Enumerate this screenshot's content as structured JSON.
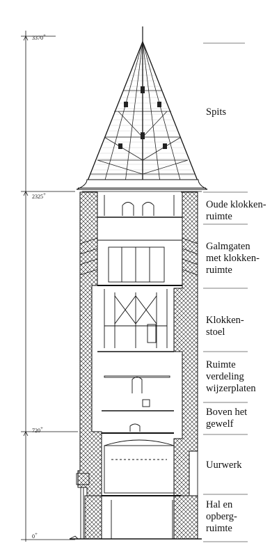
{
  "elevations": [
    {
      "label": "3370",
      "mark": "+"
    },
    {
      "label": "2325",
      "mark": "+"
    },
    {
      "label": "720",
      "mark": "+"
    },
    {
      "label": "0",
      "mark": "+"
    }
  ],
  "rooms": [
    {
      "id": "spits",
      "lines": [
        "Spits"
      ]
    },
    {
      "id": "oude-klokkenruimte",
      "lines": [
        "Oude klokken-",
        "ruimte"
      ]
    },
    {
      "id": "galmgaten",
      "lines": [
        "Galmgaten",
        "met klokken-",
        "ruimte"
      ]
    },
    {
      "id": "klokkenstoel",
      "lines": [
        "Klokken-",
        "stoel"
      ]
    },
    {
      "id": "ruimte-verdeling",
      "lines": [
        "Ruimte",
        "verdeling",
        "wijzerplaten"
      ]
    },
    {
      "id": "boven-het-gewelf",
      "lines": [
        "Boven het",
        "gewelf"
      ]
    },
    {
      "id": "uurwerk",
      "lines": [
        "Uurwerk"
      ]
    },
    {
      "id": "hal",
      "lines": [
        "Hal en",
        "opberg-",
        "ruimte"
      ]
    }
  ]
}
